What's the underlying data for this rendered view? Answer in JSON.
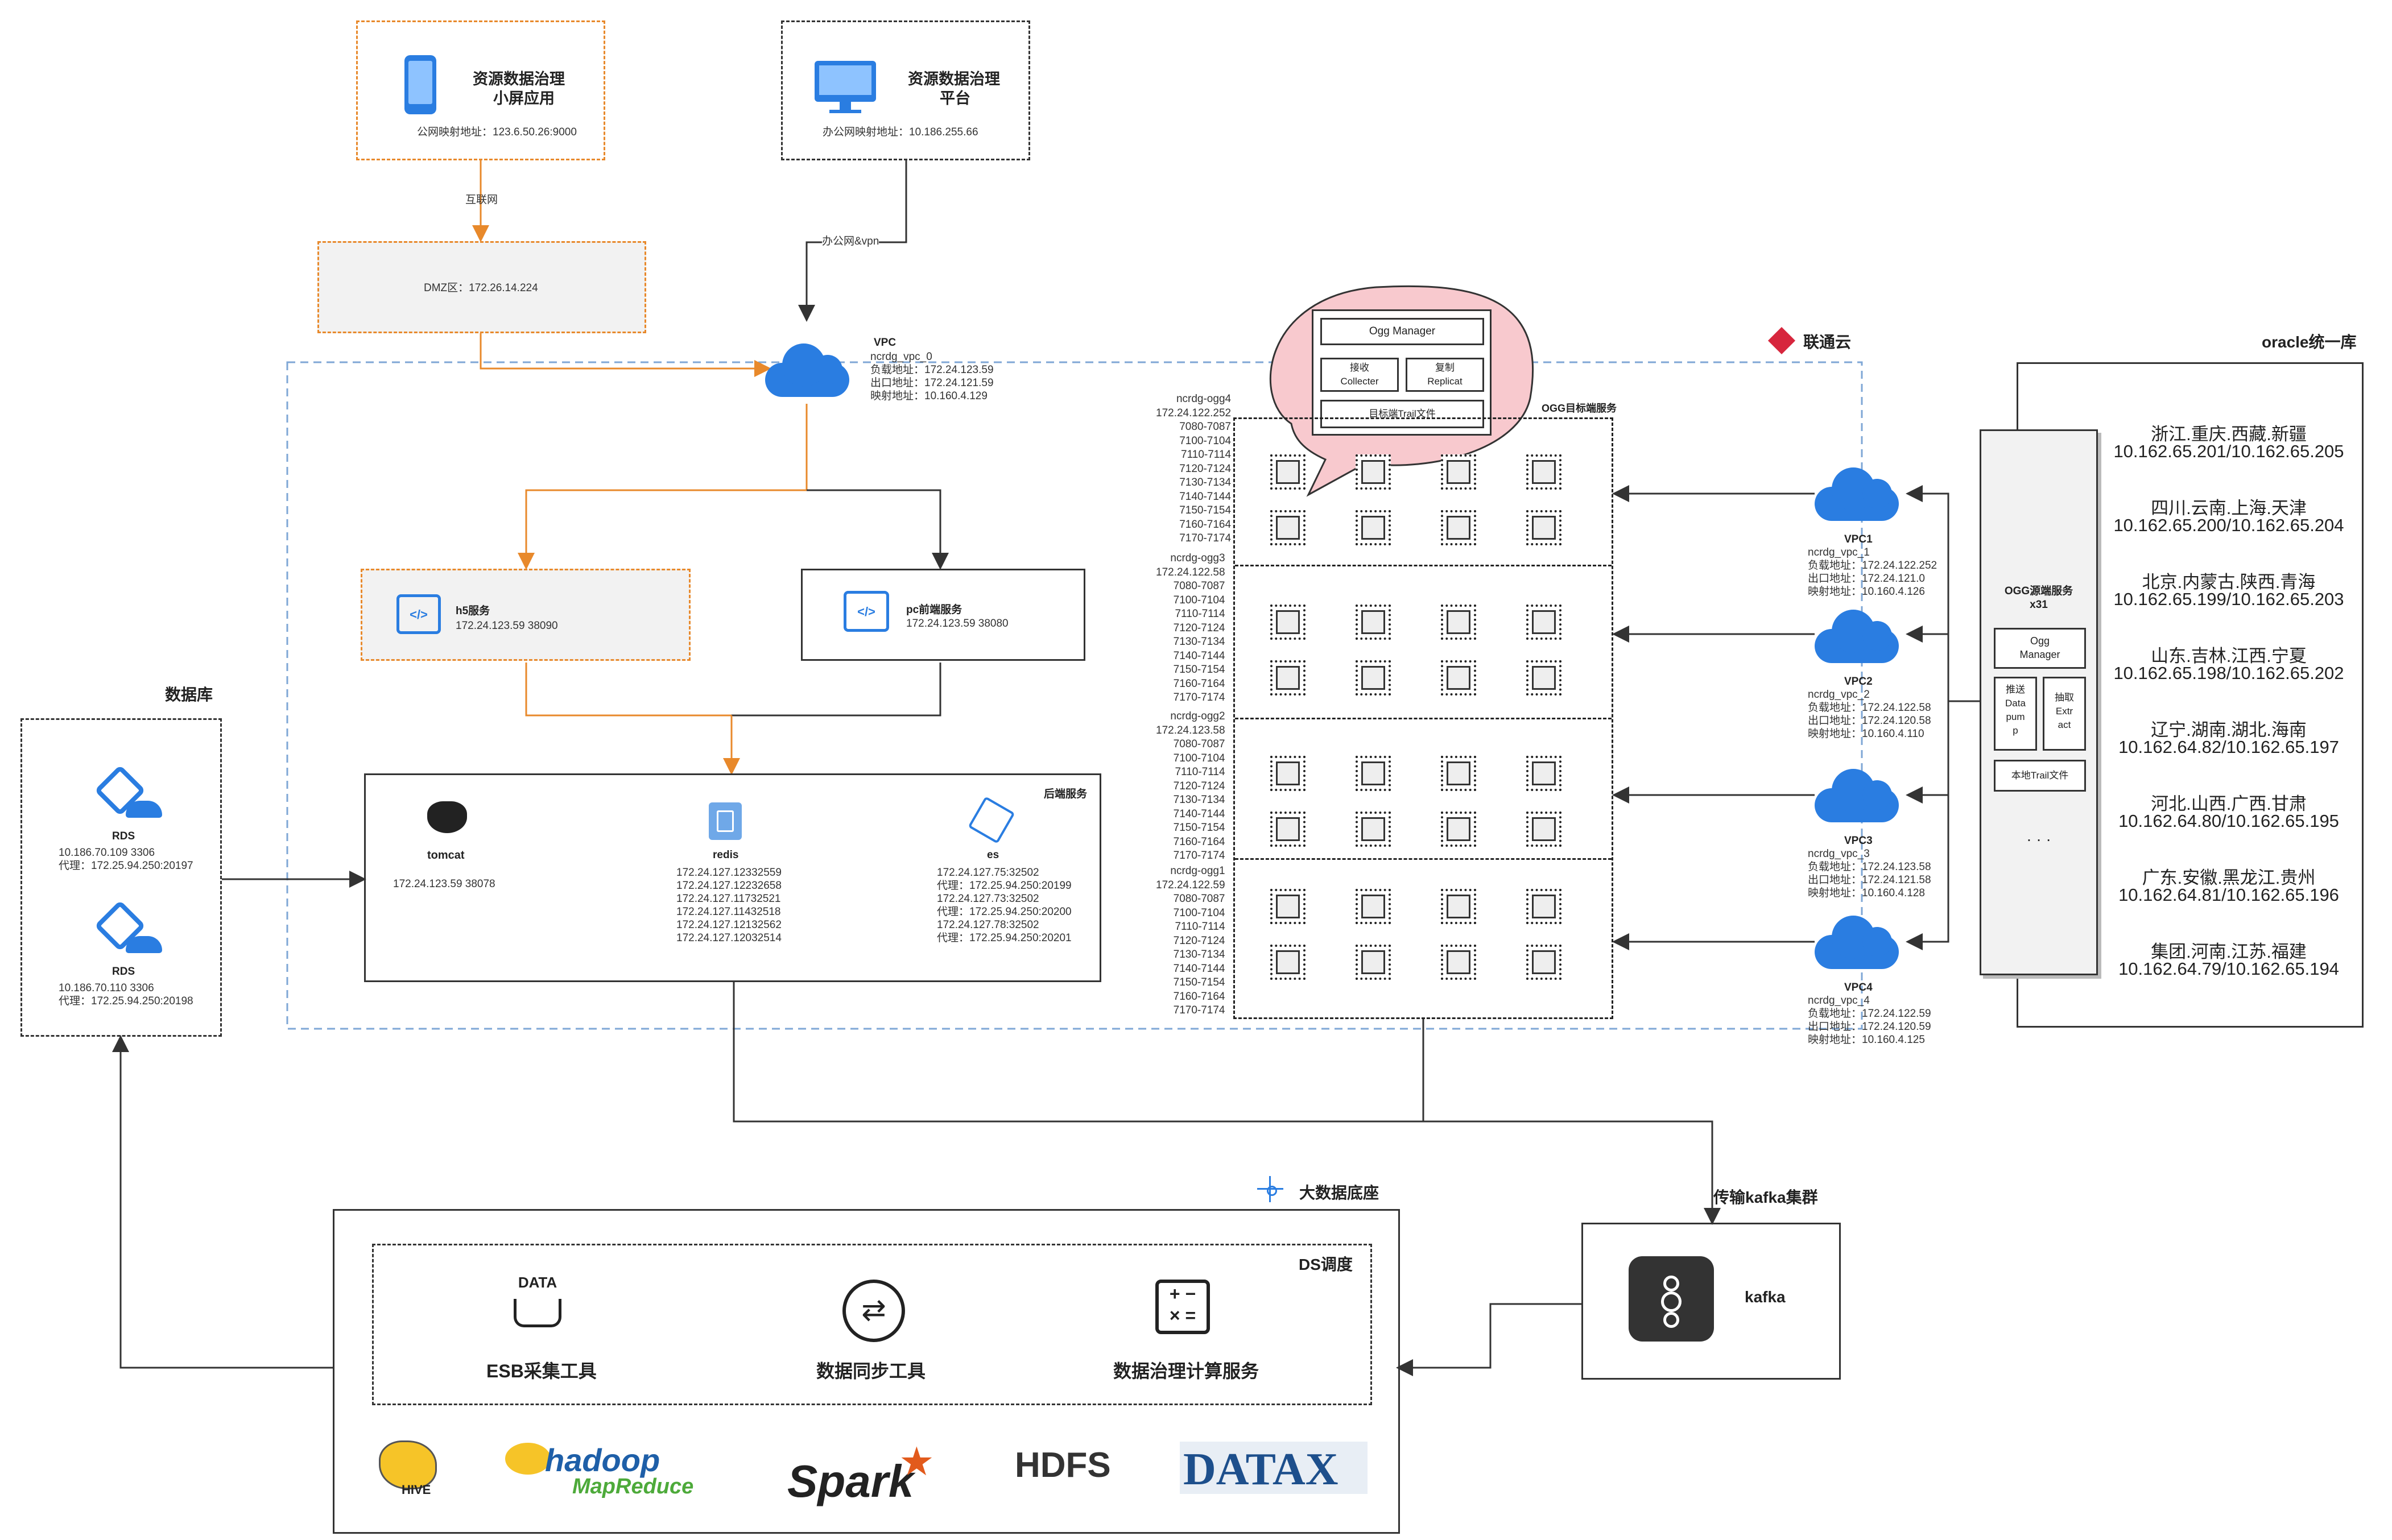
{
  "top_apps": {
    "mobile": {
      "title_line1": "资源数据治理",
      "title_line2": "小屏应用",
      "addr": "公网映射地址：123.6.50.26:9000"
    },
    "platform": {
      "title_line1": "资源数据治理",
      "title_line2": "平台",
      "addr": "办公网映射地址：10.186.255.66"
    }
  },
  "labels": {
    "internet": "互联网",
    "office_vpn": "办公网&vpn",
    "dmz": "DMZ区：172.26.14.224",
    "unicom_cloud": "联通云",
    "oracle": "oracle统一库",
    "database": "数据库",
    "bigdata": "大数据底座",
    "ds": "DS调度",
    "kafka_cluster": "传输kafka集群",
    "kafka": "kafka",
    "backend": "后端服务",
    "ogg_target": "OGG目标端服务"
  },
  "vpc0": {
    "title": "VPC",
    "lines": "ncrdg_vpc_0\n负载地址：172.24.123.59\n出口地址：172.24.121.59\n映射地址：10.160.4.129"
  },
  "h5": {
    "title": "h5服务",
    "addr": "172.24.123.59 38090"
  },
  "pc": {
    "title": "pc前端服务",
    "addr": "172.24.123.59 38080"
  },
  "tomcat": {
    "title": "tomcat",
    "addr": "172.24.123.59 38078"
  },
  "redis": {
    "title": "redis",
    "lines": "172.24.127.12332559\n172.24.127.12232658\n172.24.127.11732521\n172.24.127.11432518\n172.24.127.12132562\n172.24.127.12032514"
  },
  "es": {
    "title": "es",
    "lines": "172.24.127.75:32502\n代理：172.25.94.250:20199\n172.24.127.73:32502\n代理：172.25.94.250:20200\n172.24.127.78:32502\n代理：172.25.94.250:20201"
  },
  "rds": [
    {
      "title": "RDS",
      "lines": "10.186.70.109 3306\n代理：172.25.94.250:20197"
    },
    {
      "title": "RDS",
      "lines": "10.186.70.110 3306\n代理：172.25.94.250:20198"
    }
  ],
  "callout": {
    "manager": "Ogg Manager",
    "collector": "接收\nCollecter",
    "replicat": "复制\nReplicat",
    "trail": "目标端Trail文件"
  },
  "ogg_groups": [
    {
      "lines": "ncrdg-ogg4\n172.24.122.252\n7080-7087\n7100-7104\n7110-7114\n7120-7124\n7130-7134\n7140-7144\n7150-7154\n7160-7164\n7170-7174"
    },
    {
      "lines": "ncrdg-ogg3\n172.24.122.58\n7080-7087\n7100-7104\n7110-7114\n7120-7124\n7130-7134\n7140-7144\n7150-7154\n7160-7164\n7170-7174"
    },
    {
      "lines": "ncrdg-ogg2\n172.24.123.58\n7080-7087\n7100-7104\n7110-7114\n7120-7124\n7130-7134\n7140-7144\n7150-7154\n7160-7164\n7170-7174"
    },
    {
      "lines": "ncrdg-ogg1\n172.24.122.59\n7080-7087\n7100-7104\n7110-7114\n7120-7124\n7130-7134\n7140-7144\n7150-7154\n7160-7164\n7170-7174"
    }
  ],
  "vpcs": [
    {
      "title": "VPC1",
      "lines": "ncrdg_vpc_1\n负载地址：172.24.122.252\n出口地址：172.24.121.0\n映射地址：10.160.4.126"
    },
    {
      "title": "VPC2",
      "lines": "ncrdg_vpc_2\n负载地址：172.24.122.58\n出口地址：172.24.120.58\n映射地址：10.160.4.110"
    },
    {
      "title": "VPC3",
      "lines": "ncrdg_vpc_3\n负载地址：172.24.123.58\n出口地址：172.24.121.58\n映射地址：10.160.4.128"
    },
    {
      "title": "VPC4",
      "lines": "ncrdg_vpc_4\n负载地址：172.24.122.59\n出口地址：172.24.120.59\n映射地址：10.160.4.125"
    }
  ],
  "ogg_source": {
    "title": "OGG源端服务\nx31",
    "manager": "Ogg\nManager",
    "pump": "推送\nData\npum\np",
    "extract": "抽取\nExtr\nact",
    "trail": "本地Trail文件",
    "more": "· · ·"
  },
  "oracle_entries": [
    {
      "region": "浙江.重庆.西藏.新疆",
      "ips": "10.162.65.201/10.162.65.205"
    },
    {
      "region": "四川.云南.上海.天津",
      "ips": "10.162.65.200/10.162.65.204"
    },
    {
      "region": "北京.内蒙古.陕西.青海",
      "ips": "10.162.65.199/10.162.65.203"
    },
    {
      "region": "山东.吉林.江西.宁夏",
      "ips": "10.162.65.198/10.162.65.202"
    },
    {
      "region": "辽宁.湖南.湖北.海南",
      "ips": "10.162.64.82/10.162.65.197"
    },
    {
      "region": "河北.山西.广西.甘肃",
      "ips": "10.162.64.80/10.162.65.195"
    },
    {
      "region": "广东.安徽.黑龙江.贵州",
      "ips": "10.162.64.81/10.162.65.196"
    },
    {
      "region": "集团.河南.江苏.福建",
      "ips": "10.162.64.79/10.162.65.194"
    }
  ],
  "tools": {
    "esb": "ESB采集工具",
    "esb_icon_text": "DATA",
    "sync": "数据同步工具",
    "compute": "数据治理计算服务"
  },
  "logos": {
    "hive": "HIVE",
    "hadoop": "hadoop",
    "mapreduce": "MapReduce",
    "spark": "Spark",
    "hdfs": "HDFS",
    "datax": "DATAX"
  },
  "colors": {
    "orange": "#E8892B",
    "blue_dash": "#7FA7D6",
    "cloud": "#2A7DE1",
    "callout_fill": "#F8C9CE",
    "red_logo": "#D7263D"
  }
}
